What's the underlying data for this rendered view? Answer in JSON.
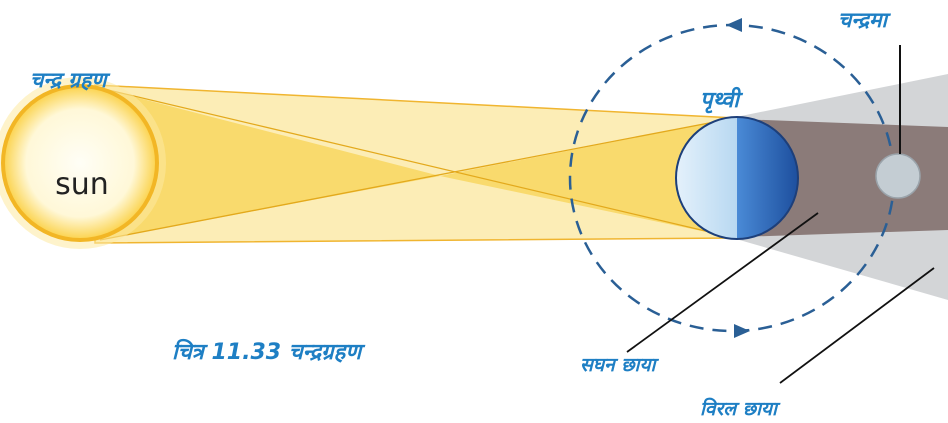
{
  "labels": {
    "eclipse_title": "चन्द्र ग्रहण",
    "sun": "sun",
    "earth": "पृथ्वी",
    "moon": "चन्द्रमा",
    "umbra": "सघन छाया",
    "penumbra": "विरल छाया",
    "caption": "चित्र 11.33 चन्द्रग्रहण"
  },
  "colors": {
    "label_blue": "#1e7fc4",
    "sun_fill": "#fffbe0",
    "sun_glow": "#fbd24a",
    "beam": "#fbe9a8",
    "beam_inner": "#f6cf52",
    "earth_light": "#cfe6f6",
    "earth_dark": "#2f6fc0",
    "umbra": "#8a7a78",
    "penumbra": "#d2d4d6",
    "orbit": "#2a5f95",
    "moon": "#c6ced4"
  }
}
